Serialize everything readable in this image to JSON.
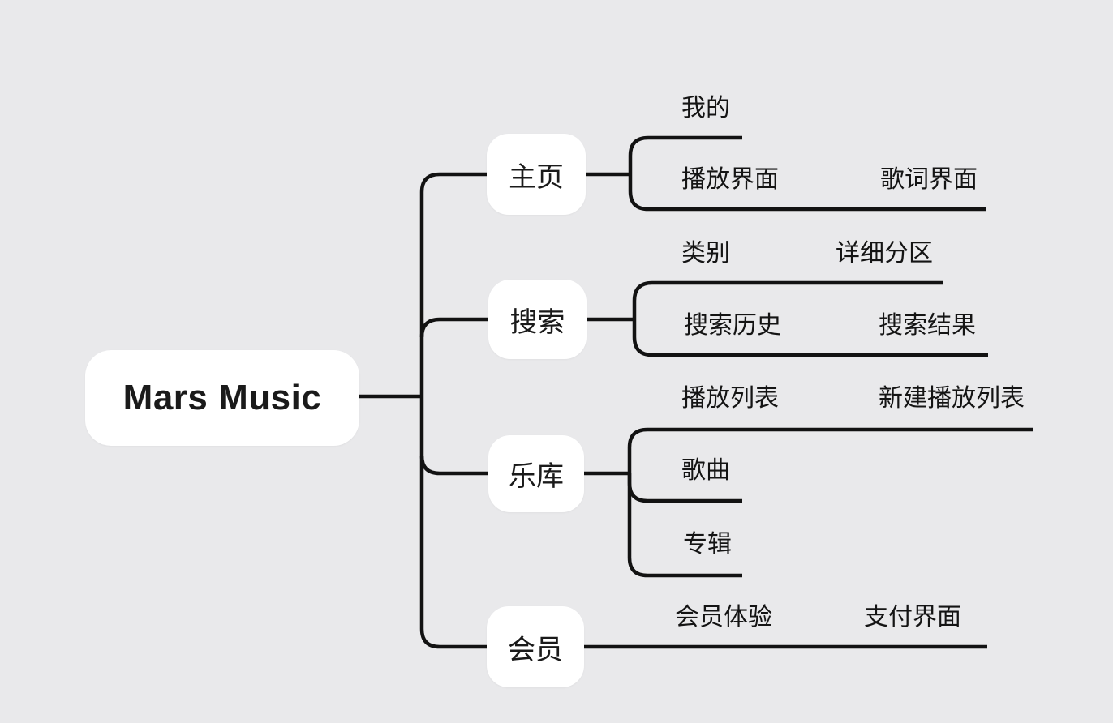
{
  "app": {
    "background_color": "#e9e9eb",
    "line_color": "#121212",
    "node_fill_color": "#ffffff",
    "text_color": "#141414"
  },
  "mindmap": {
    "root": {
      "label": "Mars Music"
    },
    "branches": [
      {
        "label": "主页",
        "children": [
          {
            "label": "我的",
            "children": []
          },
          {
            "label": "播放界面",
            "children": [
              {
                "label": "歌词界面"
              }
            ]
          }
        ]
      },
      {
        "label": "搜索",
        "children": [
          {
            "label": "类别",
            "children": [
              {
                "label": "详细分区"
              }
            ]
          },
          {
            "label": "搜索历史",
            "children": [
              {
                "label": "搜索结果"
              }
            ]
          }
        ]
      },
      {
        "label": "乐库",
        "children": [
          {
            "label": "播放列表",
            "children": [
              {
                "label": "新建播放列表"
              }
            ]
          },
          {
            "label": "歌曲",
            "children": []
          },
          {
            "label": "专辑",
            "children": []
          }
        ]
      },
      {
        "label": "会员",
        "children": [
          {
            "label": "会员体验",
            "children": [
              {
                "label": "支付界面"
              }
            ]
          }
        ]
      }
    ]
  }
}
